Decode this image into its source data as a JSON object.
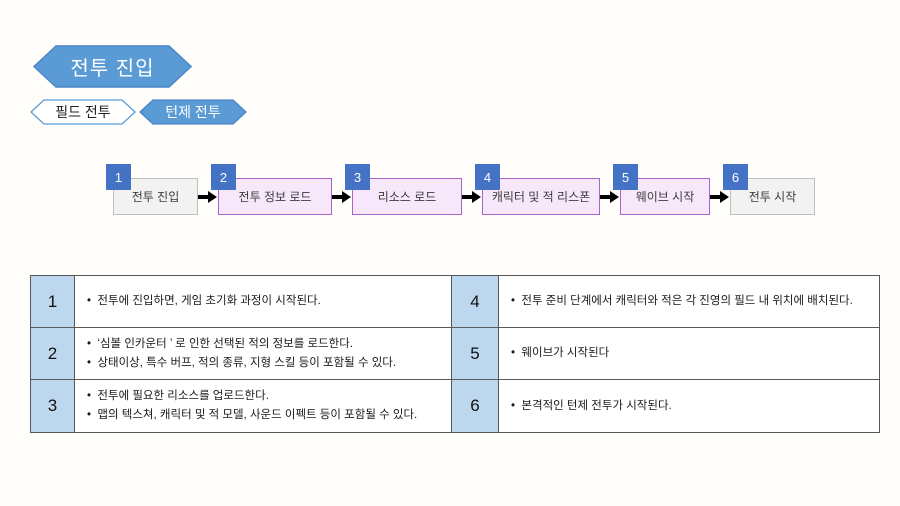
{
  "slide": {
    "title": "전투 진입",
    "tabs": [
      {
        "label": "필드 전투",
        "state": "inactive"
      },
      {
        "label": "턴제 전투",
        "state": "active"
      }
    ],
    "flow": {
      "steps": [
        {
          "num": "1",
          "label": "전투 진입",
          "style": "start-end"
        },
        {
          "num": "2",
          "label": "전투 정보 로드",
          "style": "process"
        },
        {
          "num": "3",
          "label": "리소스 로드",
          "style": "process"
        },
        {
          "num": "4",
          "label": "캐릭터 및 적 리스폰",
          "style": "process"
        },
        {
          "num": "5",
          "label": "웨이브 시작",
          "style": "process"
        },
        {
          "num": "6",
          "label": "전투 시작",
          "style": "start-end"
        }
      ]
    },
    "table": {
      "rows": [
        {
          "num": "1",
          "bullets": [
            "전투에 진입하면, 게임 초기화 과정이 시작된다."
          ]
        },
        {
          "num": "2",
          "bullets": [
            "‘심볼 인카운터 ’ 로 인한 선택된 적의 정보를 로드한다.",
            "상태이상, 특수 버프, 적의 종류, 지형 스킬 등이 포함될 수 있다."
          ]
        },
        {
          "num": "3",
          "bullets": [
            "전투에 필요한 리소스를 업로드한다.",
            "맵의 텍스쳐, 캐릭터 및 적 모델, 사운드 이펙트 등이 포함될 수 있다."
          ]
        },
        {
          "num": "4",
          "bullets": [
            "전투 준비 단계에서 캐릭터와 적은 각 진영의 필드 내 위치에 배치된다."
          ]
        },
        {
          "num": "5",
          "bullets": [
            "웨이브가 시작된다"
          ]
        },
        {
          "num": "6",
          "bullets": [
            "본격적인 턴제 전투가 시작된다."
          ]
        }
      ]
    },
    "colors": {
      "accent_blue": "#5B9BD5",
      "accent_blue_border": "#4A86C8",
      "badge_blue": "#4472C4",
      "table_num_fill": "#BDD7EE",
      "process_fill": "#F7E7FA",
      "process_border": "#A964C9",
      "start_end_fill": "#F2F2F2",
      "start_end_border": "#BFBFBF",
      "arrow_black": "#000000"
    }
  }
}
